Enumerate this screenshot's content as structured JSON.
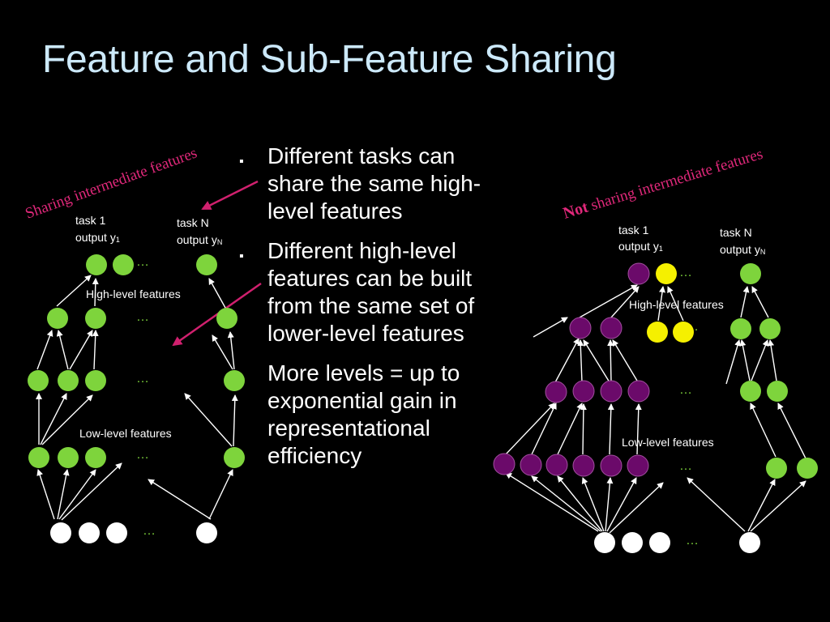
{
  "title": "Feature and Sub-Feature Sharing",
  "bullets": [
    "Different tasks can share the same high-level features",
    "Different high-level features can be built from the same set of lower-level features",
    "More levels = up to exponential gain in representational efficiency"
  ],
  "bullet_lines": [
    [
      "Different tasks can",
      "share the same high-",
      "level features"
    ],
    [
      "Different high-level",
      "features can be built",
      "from the same set of",
      "lower-level features"
    ],
    [
      "More levels = up to",
      "exponential gain in",
      "representational",
      "efficiency"
    ]
  ],
  "bullet_marker": "▪",
  "left_diagram": {
    "caption": "Sharing intermediate features",
    "task1_line1": "task 1",
    "task1_line2": "output y",
    "task1_sub": "1",
    "taskN_line1": "task N",
    "taskN_line2": "output y",
    "taskN_sub": "N",
    "high_label": "High-level features",
    "low_label": "Low-level features",
    "ellipsis": "…"
  },
  "right_diagram": {
    "caption_bold": "Not",
    "caption_rest": " sharing intermediate features",
    "task1_line1": "task 1",
    "task1_line2": "output y",
    "task1_sub": "1",
    "taskN_line1": "task N",
    "taskN_line2": "output y",
    "taskN_sub": "N",
    "high_label": "High-level features",
    "low_label": "Low-level features",
    "ellipsis": "…"
  },
  "colors": {
    "background": "#000000",
    "title": "#cce9fa",
    "text": "#ffffff",
    "caption": "#e0287a",
    "arrow": "#ffffff",
    "pointer_arrow": "#d0206e",
    "node_green": "#7ed43c",
    "node_purple": "#6b0a6a",
    "node_yellow": "#f5f000",
    "node_white": "#ffffff",
    "ellipsis": "#7ed43c"
  },
  "icons": {
    "bullet": "square-bullet-icon",
    "pointer": "arrow-pointer-icon"
  }
}
